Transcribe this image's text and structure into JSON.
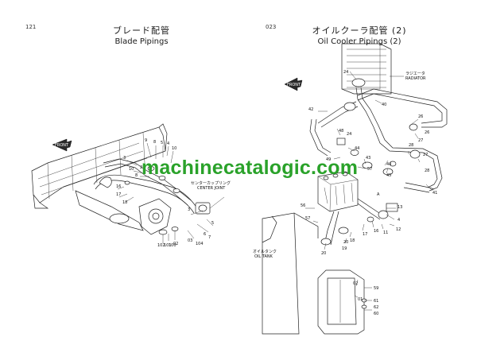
{
  "left": {
    "page_number": "121",
    "title_jp": "ブレード配管",
    "title_en": "Blade Pipings",
    "front_label": "FRONT",
    "callouts": [
      "9",
      "8",
      "5",
      "4",
      "10",
      "3",
      "10",
      "16",
      "17",
      "18",
      "8",
      "21",
      "3",
      "5",
      "6",
      "7",
      "104",
      "03",
      "02",
      "102",
      "101",
      "100"
    ],
    "notes": [
      "センターカップリング",
      "CENTER JOINT"
    ]
  },
  "right": {
    "page_number": "023",
    "title_jp": "オイルクーラ配管 (2)",
    "title_en": "Oil Cooler Pipings (2)",
    "front_label": "FRONT",
    "radiator_jp": "ラジエータ",
    "radiator_en": "RADIATOR",
    "oil_tank_jp": "オイルタンク",
    "oil_tank_en": "OIL TANK",
    "callouts": [
      "24",
      "40",
      "42",
      "48",
      "44",
      "43",
      "49",
      "24",
      "26",
      "27",
      "28",
      "26",
      "27",
      "28",
      "44",
      "45",
      "41",
      "57",
      "A",
      "56",
      "57",
      "13",
      "4",
      "12",
      "11",
      "16",
      "17",
      "18",
      "19",
      "20",
      "20",
      "59",
      "02",
      "01",
      "61",
      "62",
      "60"
    ]
  },
  "watermark": "machinecatalogic.com",
  "colors": {
    "ink": "#1a1a1a",
    "watermark": "#2aa22a",
    "paper": "#ffffff"
  }
}
